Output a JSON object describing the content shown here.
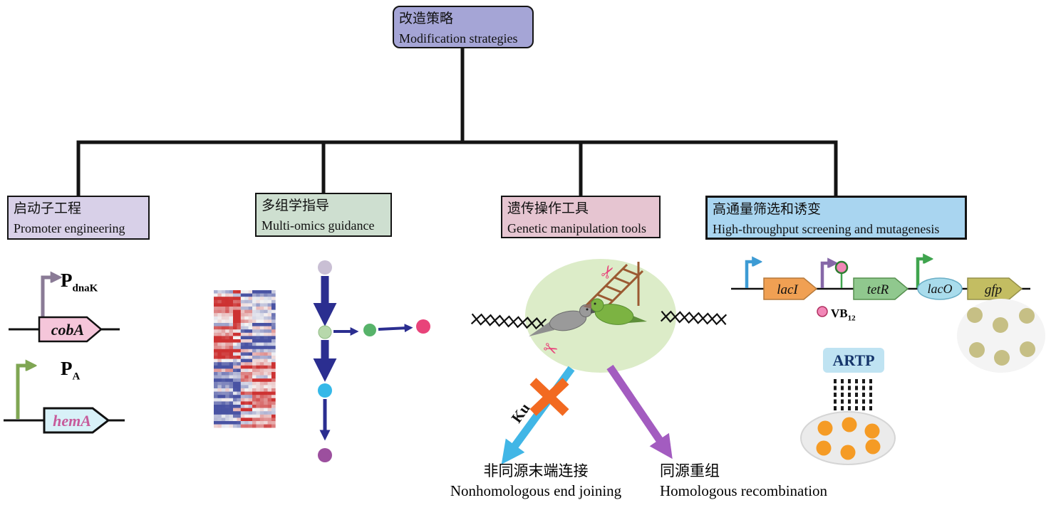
{
  "root": {
    "cn": "改造策略",
    "en": "Modification strategies"
  },
  "branches": {
    "promoter": {
      "cn": "启动子工程",
      "en": "Promoter engineering"
    },
    "omics": {
      "cn": "多组学指导",
      "en": "Multi-omics guidance"
    },
    "genetic": {
      "cn": "遗传操作工具",
      "en": "Genetic manipulation tools"
    },
    "screening": {
      "cn": "高通量筛选和诱变",
      "en": "High-throughput screening and mutagenesis"
    }
  },
  "promoter_panel": {
    "p1_base": "P",
    "p1_sub": "dnaK",
    "gene1": "cobA",
    "p2_base": "P",
    "p2_sub": "A",
    "gene2": "hemA"
  },
  "genetic_panel": {
    "ku": "Ku",
    "nhej_cn": "非同源末端连接",
    "nhej_en": "Nonhomologous end joining",
    "hr_cn": "同源重组",
    "hr_en": "Homologous recombination"
  },
  "screening_panel": {
    "gene_lacI": "lacI",
    "gene_tetR": "tetR",
    "operator_lacO": "lacO",
    "gene_gfp": "gfp",
    "vb_base": "VB",
    "vb_sub": "12",
    "artp": "ARTP"
  },
  "colors": {
    "root_fill": "#a5a5d6",
    "promoter_box_fill": "#d8d0e8",
    "omics_box_fill": "#cedfd0",
    "genetic_box_fill": "#e6c5d1",
    "screening_box_fill": "#a9d5f0",
    "cobA_fill": "#f5c6da",
    "hemA_fill": "#d8f1f8",
    "lacI_fill": "#f0a053",
    "tetR_fill": "#90c88e",
    "lacO_fill": "#a9dcec",
    "gfp_fill": "#c3bd62",
    "flow_arrow": "#2b2e90",
    "nhej_arrow": "#41b6e6",
    "hr_arrow": "#a35cc0",
    "block_x": "#f26a21",
    "colony_orange": "#f59b25"
  }
}
